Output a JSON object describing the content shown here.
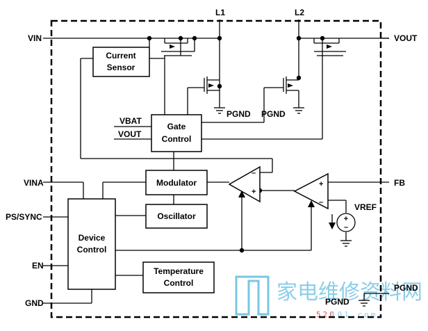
{
  "pins": {
    "vin": "VIN",
    "vout": "VOUT",
    "l1": "L1",
    "l2": "L2",
    "vina": "VINA",
    "ps_sync": "PS/SYNC",
    "en": "EN",
    "gnd": "GND",
    "fb": "FB",
    "pgnd_pin": "PGND"
  },
  "blocks": {
    "current_sensor": [
      "Current",
      "Sensor"
    ],
    "gate_control": [
      "Gate",
      "Control"
    ],
    "modulator": "Modulator",
    "oscillator": "Oscillator",
    "device_control": [
      "Device",
      "Control"
    ],
    "temperature_control": [
      "Temperature",
      "Control"
    ]
  },
  "signals": {
    "vbat": "VBAT",
    "vout_in": "VOUT",
    "vref": "VREF",
    "pgnd_1": "PGND",
    "pgnd_2": "PGND",
    "pgnd_3": "PGND"
  },
  "opamps": {
    "plus": "+",
    "minus": "–"
  },
  "watermark": {
    "main": "家电维修资料网",
    "url_a": "520",
    "url_b": "101.com"
  }
}
